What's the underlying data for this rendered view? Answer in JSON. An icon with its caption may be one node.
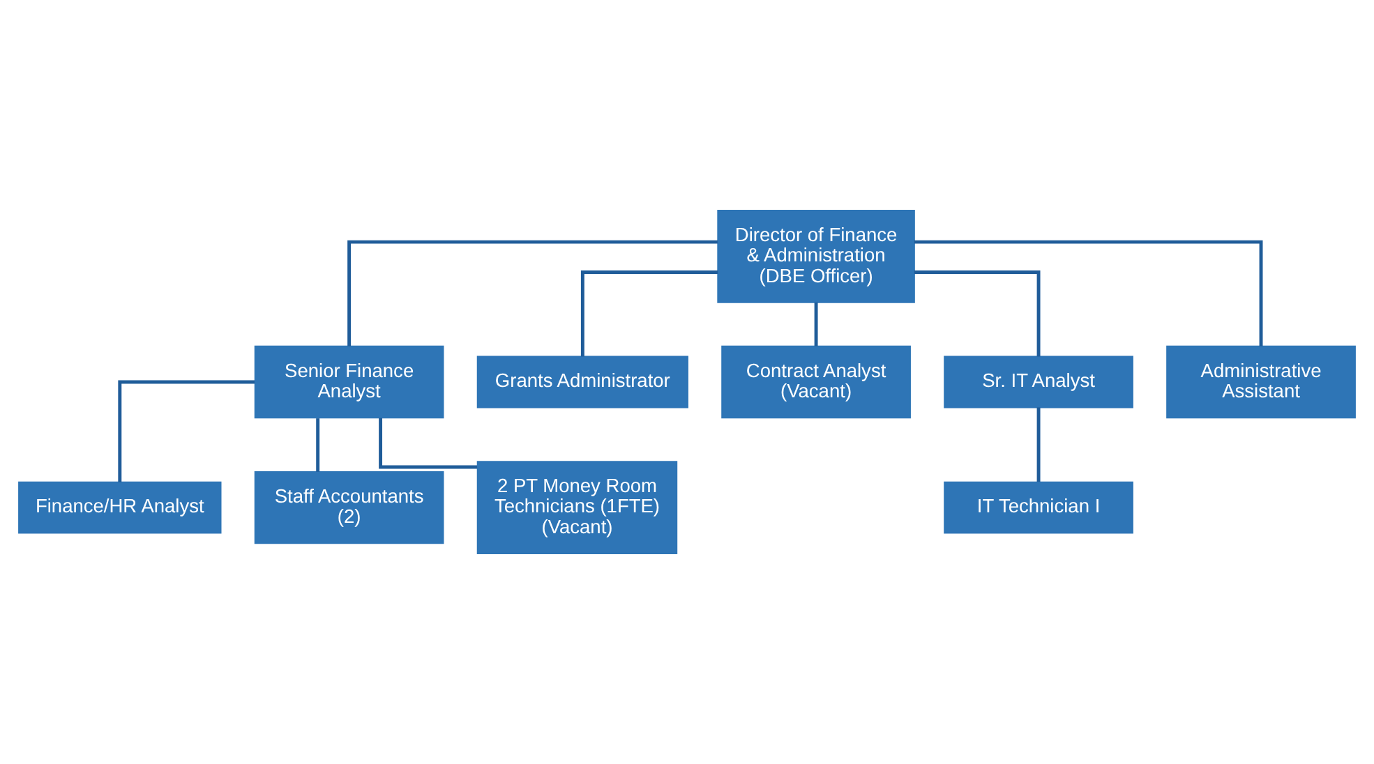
{
  "diagram": {
    "nodes": [
      {
        "text": [
          "Director of Finance & Administration",
          "(DBE Officer)"
        ]
      },
      {
        "text": [
          "Senior Finance Analyst"
        ]
      },
      {
        "text": [
          "Grants Administrator"
        ]
      },
      {
        "text": [
          "Contract Analyst",
          "(Vacant)"
        ]
      },
      {
        "text": [
          "Sr. IT Analyst"
        ]
      },
      {
        "text": [
          "Administrative Assistant"
        ]
      },
      {
        "text": [
          "Finance/HR Analyst"
        ]
      },
      {
        "text": [
          "Staff Accountants (2)"
        ]
      },
      {
        "text": [
          "2 PT Money Room Technicians (1FTE) (Vacant)"
        ]
      },
      {
        "text": [
          "IT Technician I"
        ]
      }
    ],
    "edges": [
      {
        "from": 0,
        "to": 1,
        "arrow": "none"
      },
      {
        "from": 0,
        "to": 2,
        "arrow": "none"
      },
      {
        "from": 0,
        "to": 3,
        "arrow": "none"
      },
      {
        "from": 0,
        "to": 4,
        "arrow": "none"
      },
      {
        "from": 0,
        "to": 5,
        "arrow": "none"
      },
      {
        "from": 1,
        "to": 6,
        "arrow": "none"
      },
      {
        "from": 1,
        "to": 7,
        "arrow": "none"
      },
      {
        "from": 1,
        "to": 8,
        "arrow": "none"
      },
      {
        "from": 4,
        "to": 9,
        "arrow": "none"
      }
    ]
  }
}
